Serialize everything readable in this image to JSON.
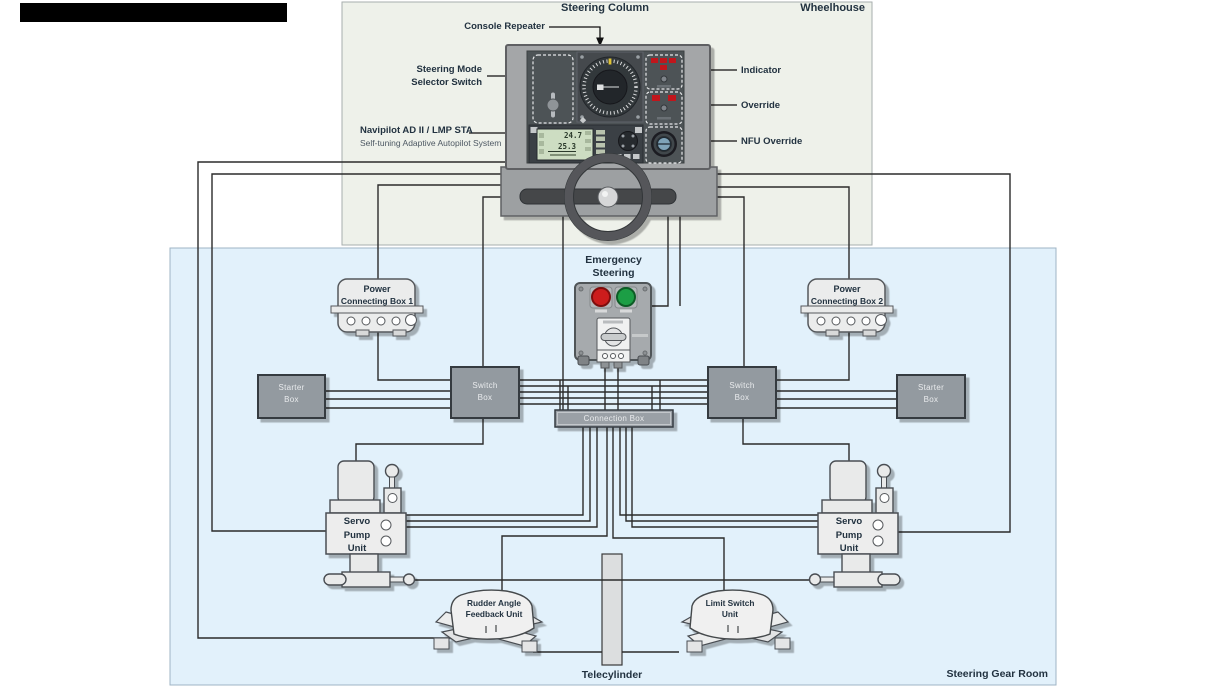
{
  "diagram": {
    "wheelhouse": {
      "section_title": "Steering Column",
      "room_label": "Wheelhouse",
      "label_console_repeater": "Console Repeater",
      "label_steering_mode_line1": "Steering Mode",
      "label_steering_mode_line2": "Selector Switch",
      "label_navipilot_title": "Navipilot AD II / LMP STA",
      "label_navipilot_subtitle": "Self-tuning Adaptive Autopilot System",
      "label_indicator": "Indicator",
      "label_override": "Override",
      "label_nfu_override": "NFU Override",
      "autopilot_lcd": {
        "heading_value": "24.7",
        "course_value": "25.3"
      }
    },
    "gear_room": {
      "room_label": "Steering Gear Room",
      "emergency_steering_line1": "Emergency",
      "emergency_steering_line2": "Steering",
      "power_box_1_line1": "Power",
      "power_box_1_line2": "Connecting Box 1",
      "power_box_2_line1": "Power",
      "power_box_2_line2": "Connecting Box 2",
      "starter_box_line1": "Starter",
      "starter_box_line2": "Box",
      "switch_box_line1": "Switch",
      "switch_box_line2": "Box",
      "connection_box_label": "Connection Box",
      "servo_pump_line1": "Servo",
      "servo_pump_line2": "Pump",
      "servo_pump_line3": "Unit",
      "rudder_feedback_line1": "Rudder Angle",
      "rudder_feedback_line2": "Feedback Unit",
      "limit_switch_line1": "Limit Switch",
      "limit_switch_line2": "Unit",
      "telecylinder_label": "Telecylinder"
    },
    "colors": {
      "wheelhouse_bg": "#eef1ea",
      "gear_room_bg": "#e2f1fb",
      "console_gray": "#a4a6a8",
      "panel_dark": "#4e5357",
      "lcd_green": "#cdddc2",
      "button_red": "#cc1f1f",
      "button_green": "#1e9e44",
      "indicator_red": "#c1121f",
      "nfu_knob_blue": "#7fa3b8",
      "wire": "#2b2b2b",
      "label_text": "#223240"
    }
  }
}
